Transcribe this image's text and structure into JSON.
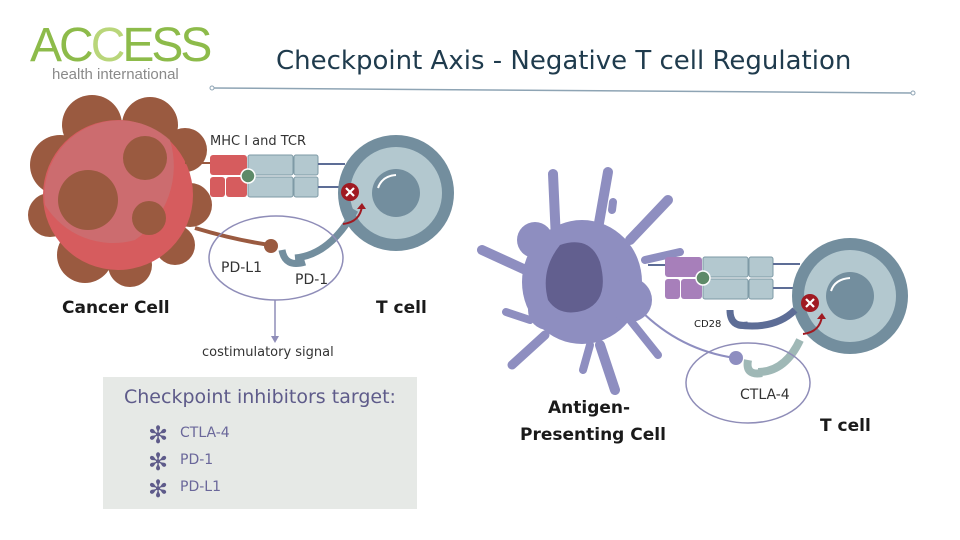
{
  "logo": {
    "brand_a": "A",
    "brand_c1": "C",
    "brand_c2": "C",
    "brand_rest": "ESS",
    "tagline": "health international",
    "brand_color": "#8dbb4a"
  },
  "title": "Checkpoint Axis - Negative T cell Regulation",
  "left_panel": {
    "receptor_label": "MHC I and TCR",
    "ligand_label": "PD-L1",
    "receptor_inhibitor_label": "PD-1",
    "signal_label": "costimulatory signal",
    "cancer_cell_label": "Cancer Cell",
    "t_cell_label": "T cell"
  },
  "right_panel": {
    "costim_receptor_label": "CD28",
    "inhibitor_label": "CTLA-4",
    "apc_label_line1": "Antigen-",
    "apc_label_line2": "Presenting Cell",
    "t_cell_label": "T cell"
  },
  "targets_box": {
    "title": "Checkpoint inhibitors target:",
    "items": [
      "CTLA-4",
      "PD-1",
      "PD-L1"
    ],
    "bullet_icon": "asterisk-flower-icon"
  },
  "colors": {
    "cancer_red": "#d65c5e",
    "cancer_brown": "#9a5a40",
    "tcell_outer": "#738e9e",
    "tcell_inner": "#b3c8cf",
    "apc_purple": "#8e8ec0",
    "apc_nucleus": "#625f8f",
    "mhc_purple": "#a77fba",
    "inhibit_red": "#a01a22",
    "ellipse_outline": "#8f8db8"
  }
}
